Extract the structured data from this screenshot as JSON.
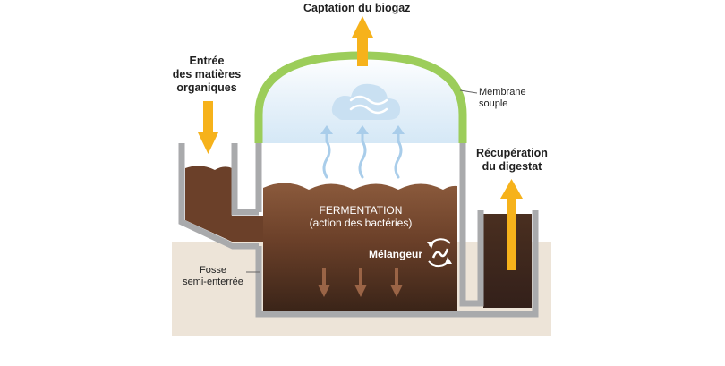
{
  "labels": {
    "captation": "Captation du biogaz",
    "entree": [
      "Entrée",
      "des matières",
      "organiques"
    ],
    "membrane": [
      "Membrane",
      "souple"
    ],
    "recuperation": [
      "Récupération",
      "du digestat"
    ],
    "fermentation": [
      "FERMENTATION",
      "(action des bactéries)"
    ],
    "melangeur": "Mélangeur",
    "fosse": [
      "Fosse",
      "semi-enterrée"
    ]
  },
  "colors": {
    "ground": "#ede4d8",
    "membrane": "#9ccd5a",
    "arrow_orange": "#f6b21b",
    "wall_grey": "#a9aaac",
    "substrate_top": "#8b5a3c",
    "substrate_bottom": "#3a2418",
    "biogas_blue": "#b8d6ec",
    "cloud": "#c9e0f2"
  }
}
